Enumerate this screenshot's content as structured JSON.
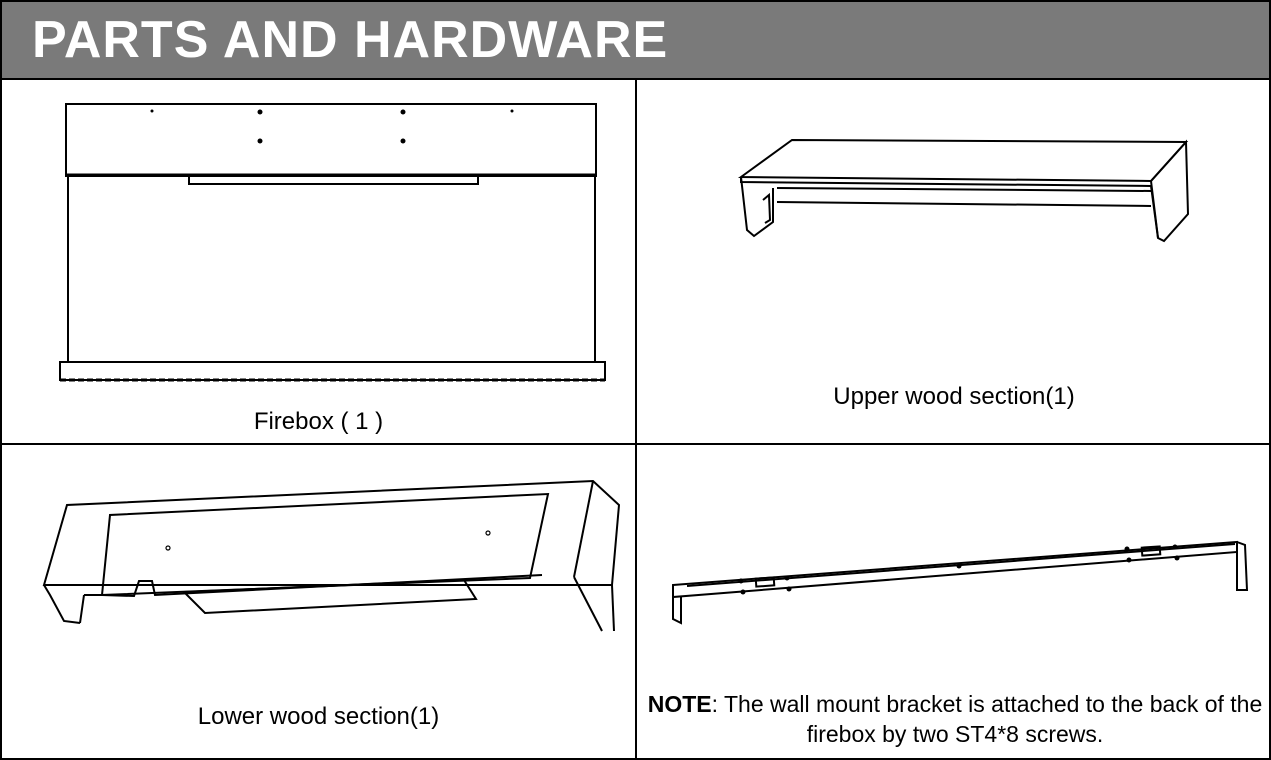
{
  "header": {
    "title": "PARTS AND HARDWARE"
  },
  "parts": {
    "firebox": {
      "caption": "Firebox ( 1 )"
    },
    "upper_wood": {
      "caption": "Upper wood section(1)"
    },
    "lower_wood": {
      "caption": "Lower wood section(1)"
    },
    "bracket": {
      "note_label": "NOTE",
      "note_text": ": The wall mount bracket is attached to the back of the firebox by two ST4*8 screws."
    }
  },
  "colors": {
    "header_bg": "#7a7a7a",
    "header_text": "#ffffff",
    "line": "#000000"
  }
}
